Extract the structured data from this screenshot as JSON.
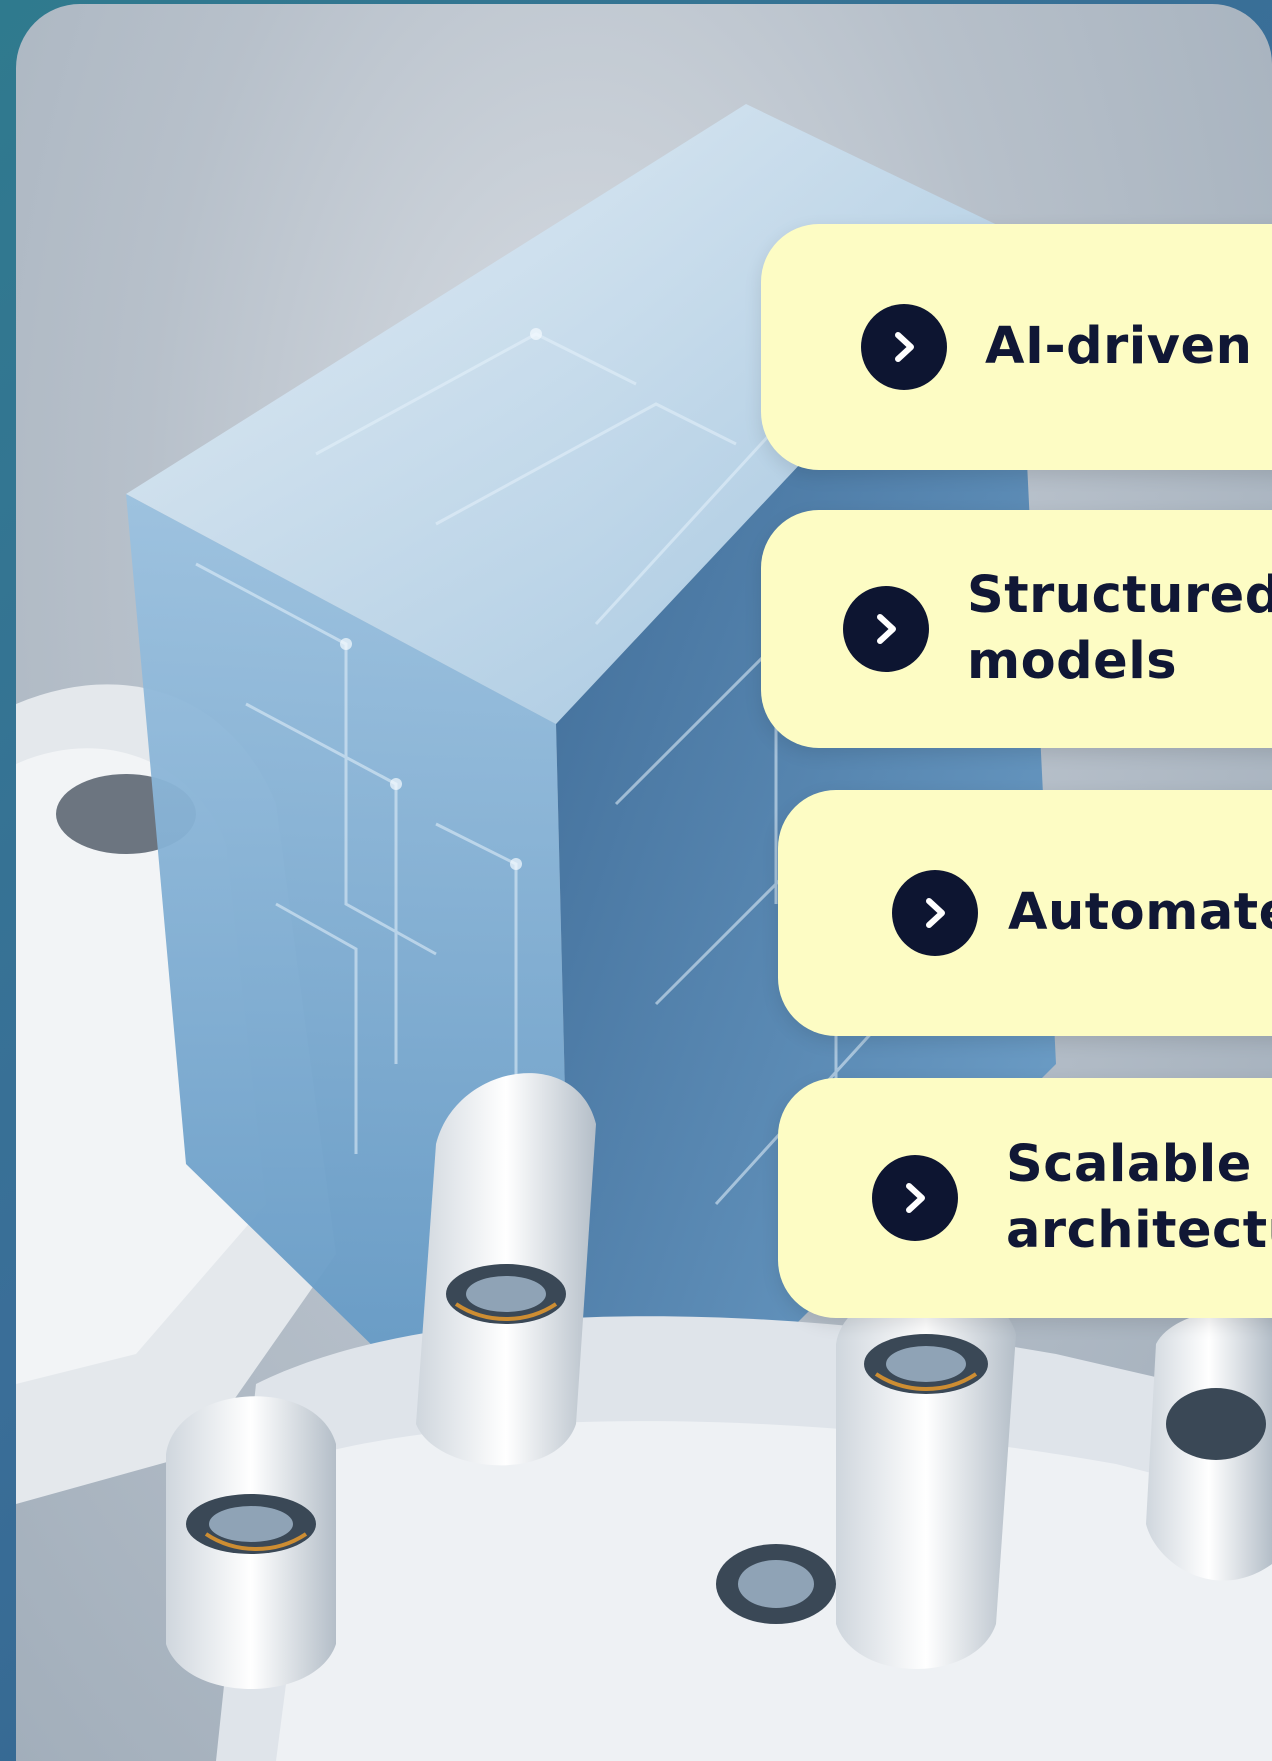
{
  "icons": {
    "bullet": "chevron-right-circle-icon"
  },
  "colors": {
    "card_background": "#fdfcc4",
    "bullet_circle": "#0d1531",
    "text": "#101735",
    "border_gradient_start": "#2f7a8e",
    "border_gradient_end": "#2c5f86"
  },
  "features": [
    {
      "text": "AI-driven"
    },
    {
      "text": "Structured\nmodels"
    },
    {
      "text": "Automate"
    },
    {
      "text": "Scalable a\narchitectu"
    }
  ]
}
